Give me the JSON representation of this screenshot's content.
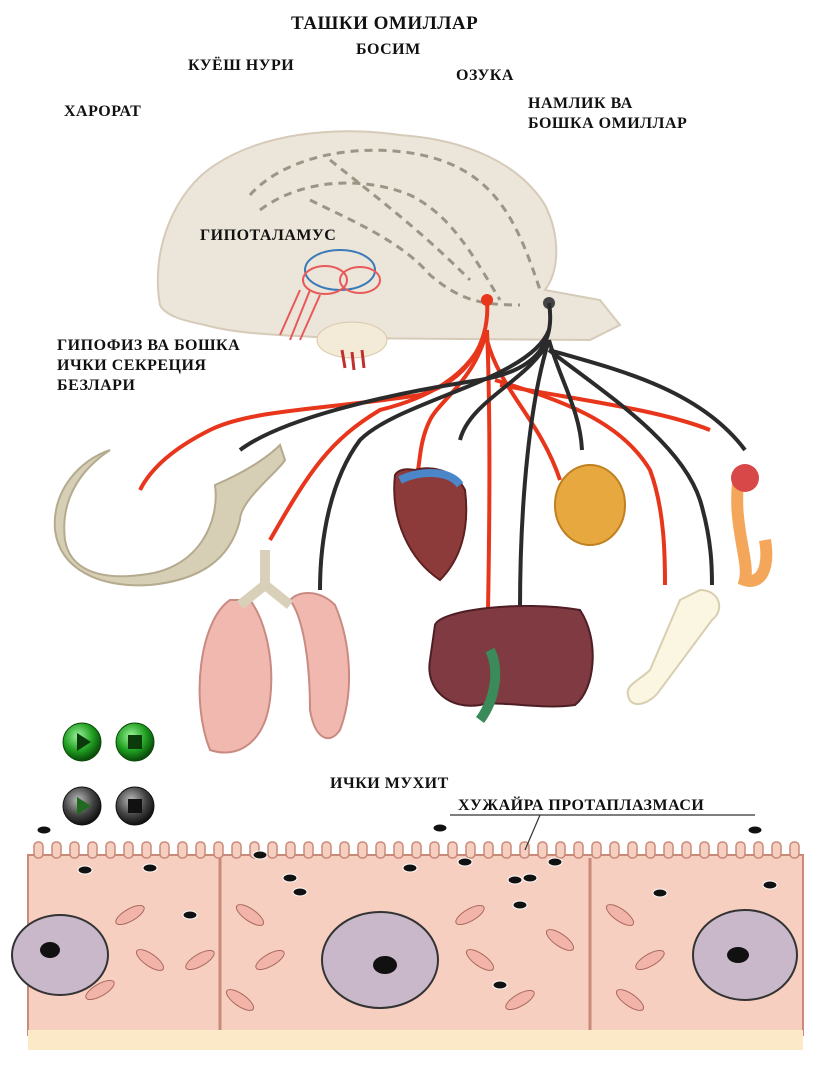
{
  "title": "ТАШКИ ОМИЛЛАР",
  "labels": {
    "sunlight": "КУЁШ НУРИ",
    "pressure": "БОСИМ",
    "food": "ОЗУКА",
    "temperature": "ХАРОРАТ",
    "humidity": "НАМЛИК ВА\nБОШКА ОМИЛЛАР",
    "hypothalamus": "ГИПОТАЛАМУС",
    "pituitary": "ГИПОФИЗ ВА БОШКА\nИЧКИ СЕКРЕЦИЯ\nБЕЗЛАРИ",
    "internal_env": "ИЧКИ МУХИТ",
    "protoplasm": "ХУЖАЙРА ПРОТАПЛАЗМАСИ"
  },
  "controls": {
    "play_icon": "play-icon",
    "stop_icon": "stop-icon",
    "active_color": "#1f9e1f",
    "inactive_color": "#333333"
  },
  "colors": {
    "brain": "#ece4d8",
    "efferent": "#e8361c",
    "afferent": "#2b2b2b",
    "cell": "#f7cfc0",
    "nucleus": "#c9b8c9"
  }
}
